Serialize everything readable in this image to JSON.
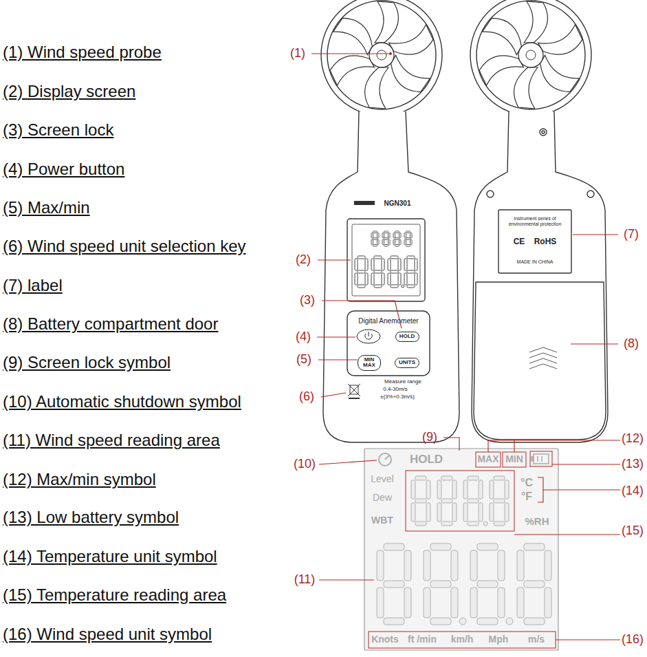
{
  "diagram": {
    "nodes": [
      {
        "text": [
          "HOLD"
        ]
      },
      {
        "text": [
          "MIN MAX"
        ]
      },
      {
        "text": [
          "UNITS"
        ]
      }
    ],
    "labels": [
      "(1) Wind speed probe",
      "(2) Display screen",
      "(3) Screen lock",
      "(4) Power button",
      "(5) Max/min",
      "(6) Wind speed unit selection key",
      "(7) label",
      "(8) Battery compartment door",
      "(9) Screen lock symbol",
      "(10) Automatic shutdown symbol",
      "(11) Wind speed reading area",
      "(12) Max/min symbol",
      "(13) Low battery symbol",
      "(14) Temperature unit symbol",
      "(15) Temperature reading area",
      "(16) Wind speed unit symbol",
      "(1)",
      "(2)",
      "(3)",
      "(4)",
      "(5)",
      "(6)",
      "(7)",
      "(8)",
      "(9)",
      "(10)",
      "(11)",
      "(12)",
      "(13)",
      "(14)",
      "(15)",
      "(16)",
      "NGN301",
      "Digital Anemometer",
      "Measure range",
      "0.4-30m/s",
      "±(3%+0.3m/s)",
      "Instrument series of environmental protection",
      "CE",
      "RoHS",
      "MADE IN CHINA",
      "HOLD",
      "MAX",
      "MIN",
      "Level",
      "Dew",
      "WBT",
      "°C",
      "°F",
      "%RH",
      "Knots",
      "ft /min",
      "km/h",
      "Mph",
      "m/s"
    ]
  }
}
